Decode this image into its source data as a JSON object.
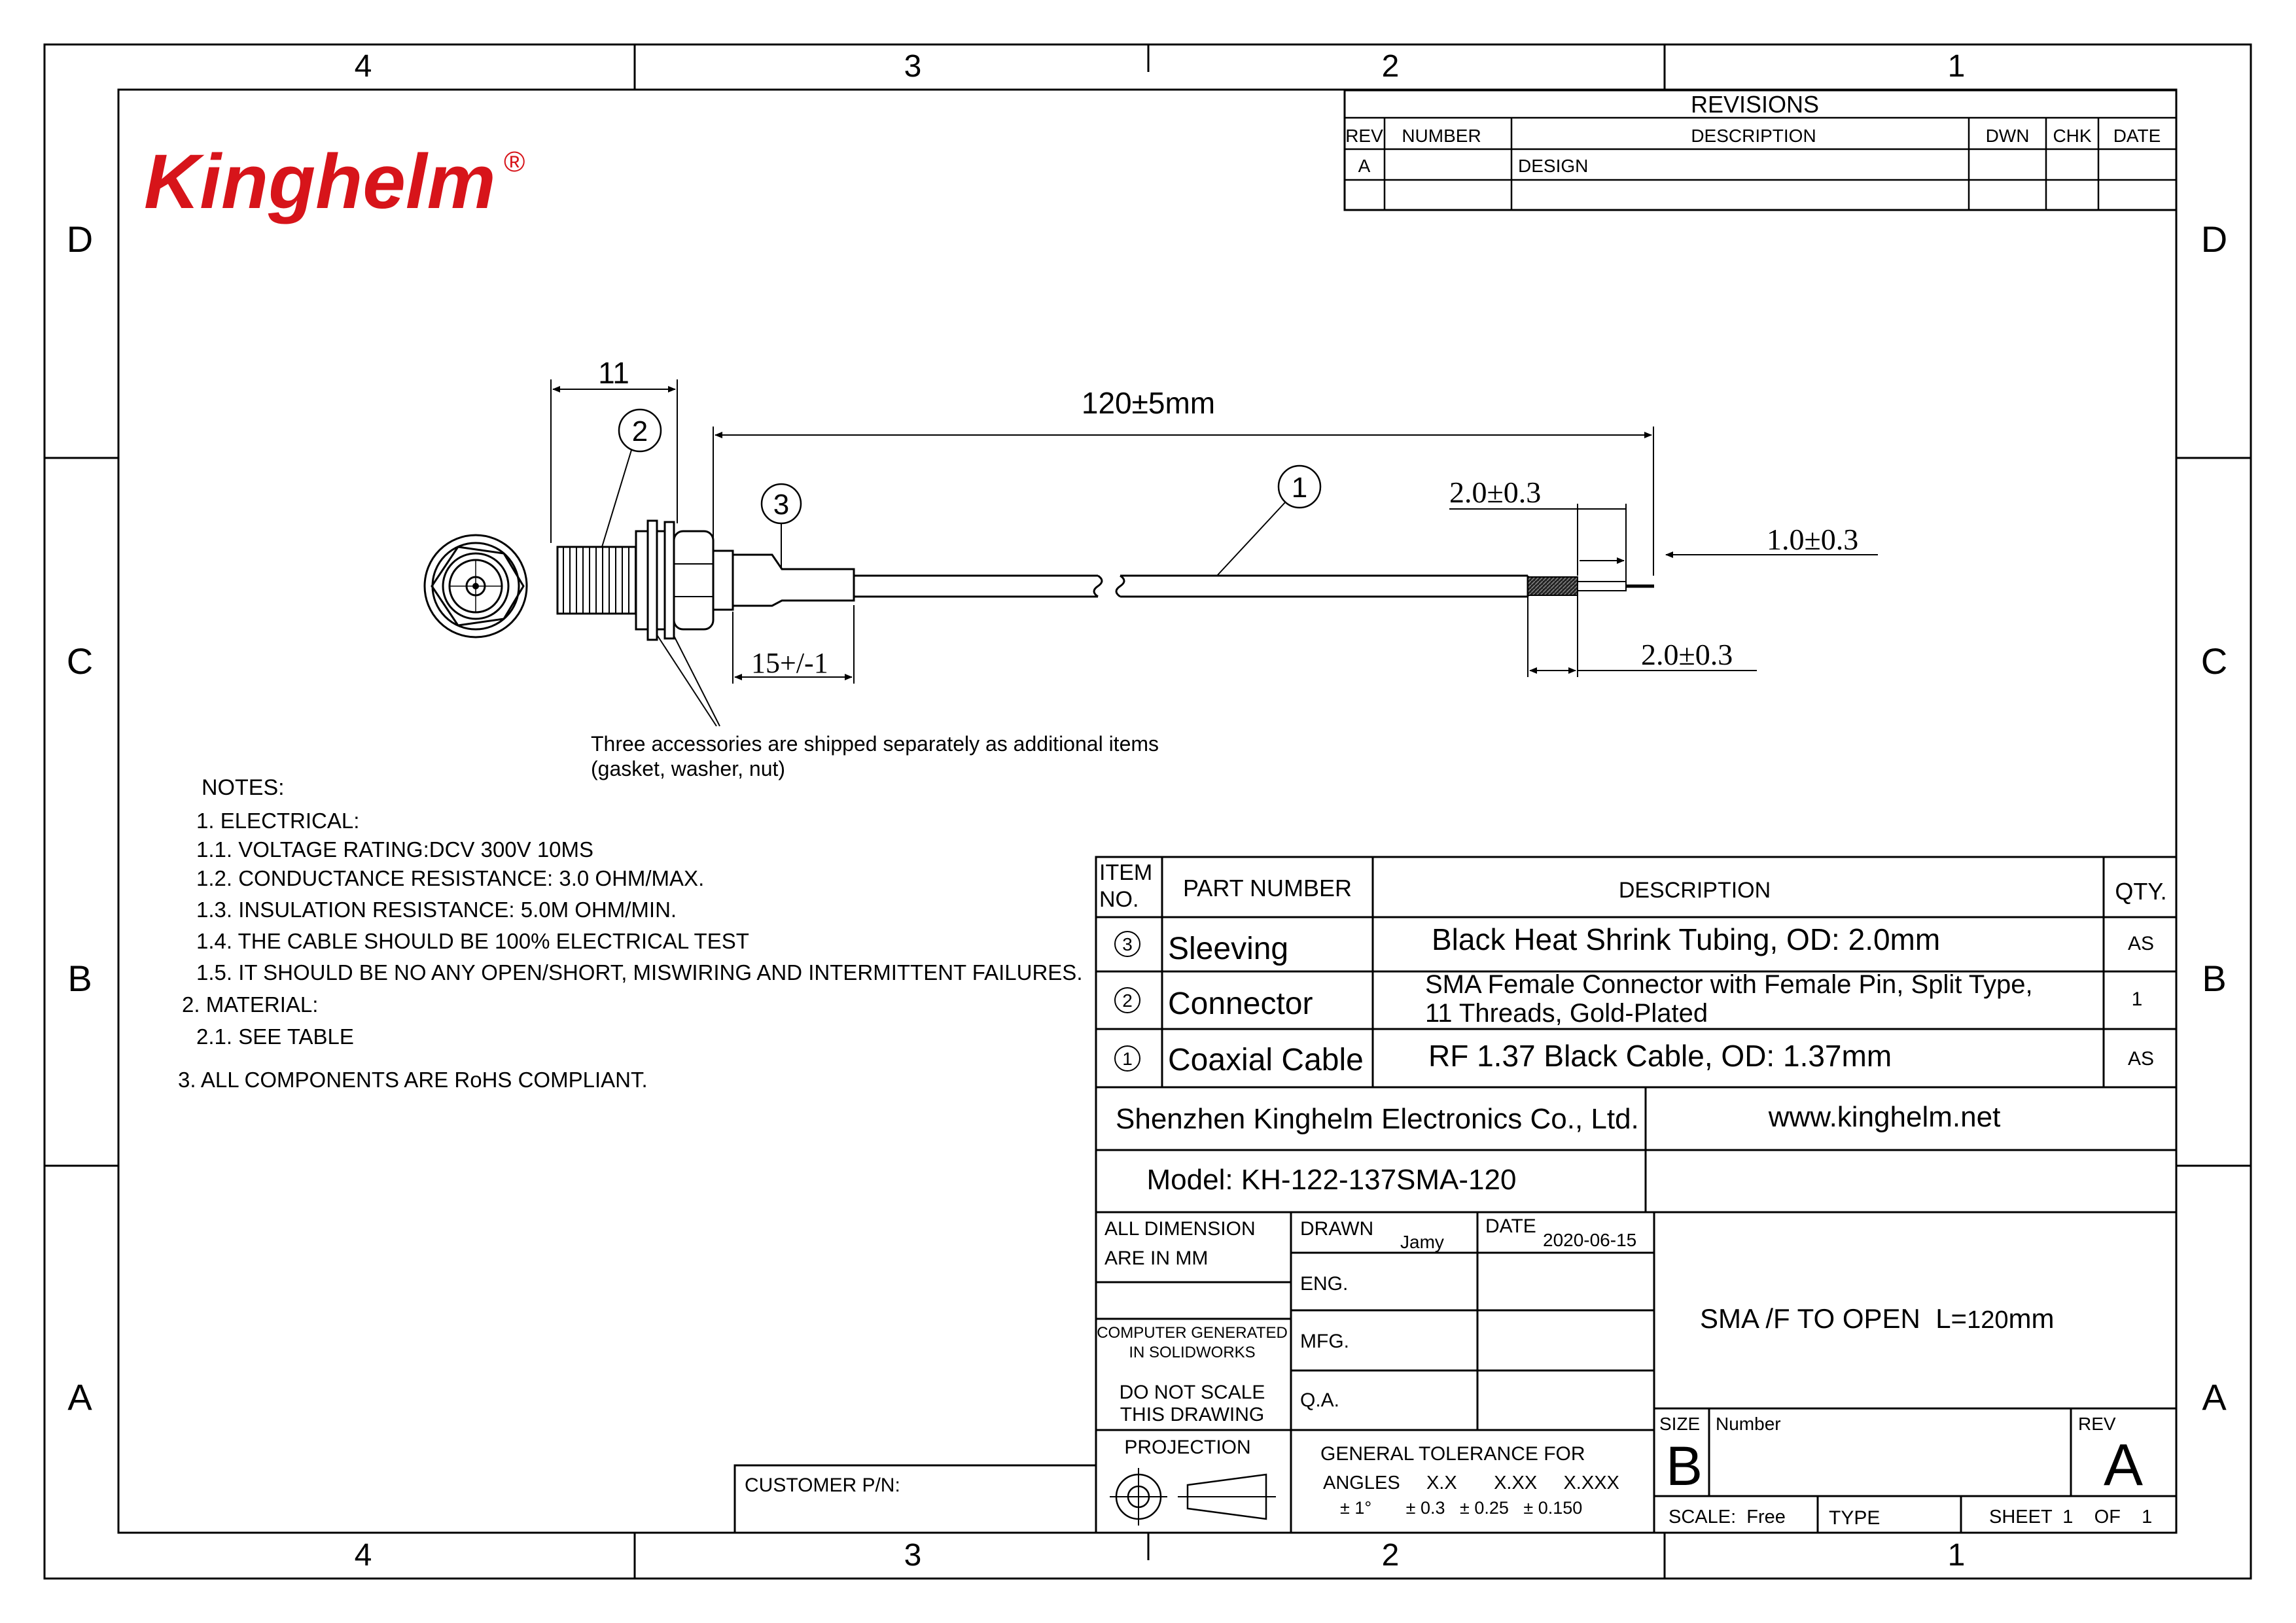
{
  "frame": {
    "zone_cols": [
      "4",
      "3",
      "2",
      "1"
    ],
    "zone_rows": [
      "D",
      "C",
      "B",
      "A"
    ]
  },
  "logo": {
    "text": "Kinghelm",
    "mark": "®",
    "color": "#d7141a"
  },
  "revisions": {
    "title": "REVISIONS",
    "headers": [
      "REV",
      "NUMBER",
      "DESCRIPTION",
      "DWN",
      "CHK",
      "DATE"
    ],
    "rows": [
      [
        "A",
        "",
        "DESIGN",
        "",
        "",
        ""
      ],
      [
        "",
        "",
        "",
        "",
        "",
        ""
      ]
    ]
  },
  "drawing": {
    "dim_connector": "11",
    "dim_length": "120±5mm",
    "dim_sleeve": "15+/-1",
    "dim_strip1": "2.0±0.3",
    "dim_pin": "1.0±0.3",
    "dim_strip2": "2.0±0.3",
    "balloon_1": "1",
    "balloon_2": "2",
    "balloon_3": "3",
    "accessory_note_1": "Three accessories are shipped separately as additional items",
    "accessory_note_2": "(gasket, washer, nut)"
  },
  "notes": {
    "title": "NOTES:",
    "lines": [
      "1.   ELECTRICAL:",
      "1.1.   VOLTAGE RATING:DCV 300V 10MS",
      "1.2.   CONDUCTANCE RESISTANCE: 3.0 OHM/MAX.",
      "1.3.   INSULATION RESISTANCE: 5.0M OHM/MIN.",
      "1.4.   THE CABLE SHOULD BE 100% ELECTRICAL TEST",
      "1.5.   IT SHOULD BE NO ANY OPEN/SHORT, MISWIRING AND INTERMITTENT FAILURES.",
      "2.   MATERIAL:",
      "2.1.   SEE TABLE",
      "3.   ALL COMPONENTS ARE RoHS COMPLIANT."
    ]
  },
  "bom": {
    "header_item_1": "ITEM",
    "header_item_2": "NO.",
    "header_part": "PART  NUMBER",
    "header_desc": "DESCRIPTION",
    "header_qty": "QTY.",
    "rows": [
      {
        "item": "3",
        "part": "Sleeving",
        "desc1": "Black Heat Shrink Tubing, OD: 2.0mm",
        "desc2": "",
        "qty": "AS"
      },
      {
        "item": "2",
        "part": "Connector",
        "desc1": "SMA Female Connector with Female Pin, Split Type,",
        "desc2": "11 Threads, Gold-Plated",
        "qty": "1"
      },
      {
        "item": "1",
        "part": "Coaxial Cable",
        "desc1": "RF 1.37 Black Cable, OD: 1.37mm",
        "desc2": "",
        "qty": "AS"
      }
    ]
  },
  "title_block": {
    "company": "Shenzhen Kinghelm Electronics Co., Ltd.",
    "website": "www.kinghelm.net",
    "model": "Model: KH-122-137SMA-120",
    "all_dim_1": "ALL DIMENSION",
    "all_dim_2": "ARE IN MM",
    "drawn_label": "DRAWN",
    "drawn_value": "Jamy",
    "date_label": "DATE",
    "date_value": "2020-06-15",
    "eng": "ENG.",
    "mfg": "MFG.",
    "qa": "Q.A.",
    "computer_1": "COMPUTER GENERATED",
    "computer_2": "IN SOLIDWORKS",
    "no_scale_1": "DO NOT SCALE",
    "no_scale_2": "THIS DRAWING",
    "projection": "PROJECTION",
    "tol_title": "GENERAL TOLERANCE FOR",
    "tol_headers": "ANGLES     X.X       X.XX     X.XXX",
    "tol_values": "± 1°       ± 0.3   ± 0.25   ± 0.150",
    "title_main": "SMA /F TO OPEN  L=",
    "title_len": "120",
    "title_unit": "mm",
    "size_label": "SIZE",
    "size_value": "B",
    "number_label": "Number",
    "rev_label": "REV",
    "rev_value": "A",
    "scale": "SCALE:  Free",
    "type": "TYPE",
    "sheet": "SHEET  1    OF    1",
    "customer_pn": "CUSTOMER P/N:"
  }
}
